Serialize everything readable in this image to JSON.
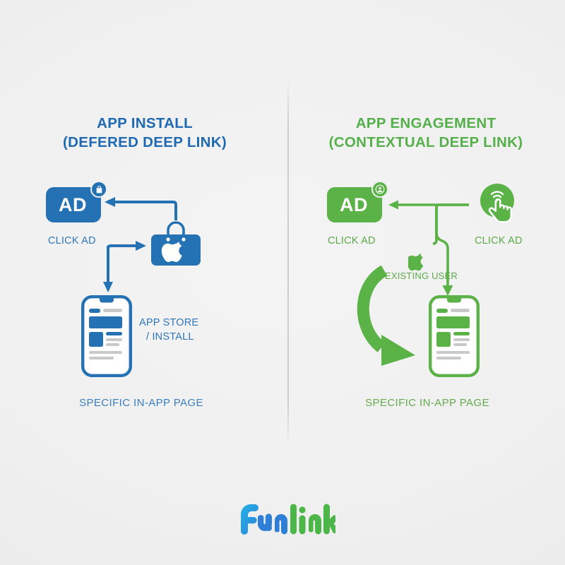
{
  "page": {
    "background_color": "#efefef",
    "brand_blue": "#2472b4",
    "brand_green": "#5bb247"
  },
  "left_panel": {
    "title_line1": "APP INSTALL",
    "title_line2": "(DEFERED DEEP LINK)",
    "accent_color": "#1f69b3",
    "ad_badge": {
      "label": "AD",
      "mini_icon": "shopping-bag-icon"
    },
    "click_ad_label": "CLICK AD",
    "app_store_label_line1": "APP STORE",
    "app_store_label_line2": "/ INSTALL",
    "store_icon": "apple-shopping-bag-icon",
    "phone_icon": "smartphone-mockup",
    "bottom_caption": "SPECIFIC IN-APP PAGE"
  },
  "right_panel": {
    "title_line1": "APP ENGAGEMENT",
    "title_line2": "(CONTEXTUAL DEEP LINK)",
    "accent_color": "#55b04b",
    "ad_badge": {
      "label": "AD",
      "mini_icon": "person-circle-icon"
    },
    "click_ad_label": "CLICK AD",
    "click_ad_finger_label": "CLICK AD",
    "finger_icon": "tap-finger-icon",
    "apple_icon": "apple-logo-icon",
    "existing_user_label": "EXISTING USER",
    "phone_icon": "smartphone-mockup",
    "bottom_caption": "SPECIFIC IN-APP PAGE"
  },
  "footer": {
    "logo_part1": "Fun",
    "logo_part2": "link",
    "logo_part1_color": "#2aa3e0",
    "logo_part2_color": "#4cb648"
  }
}
